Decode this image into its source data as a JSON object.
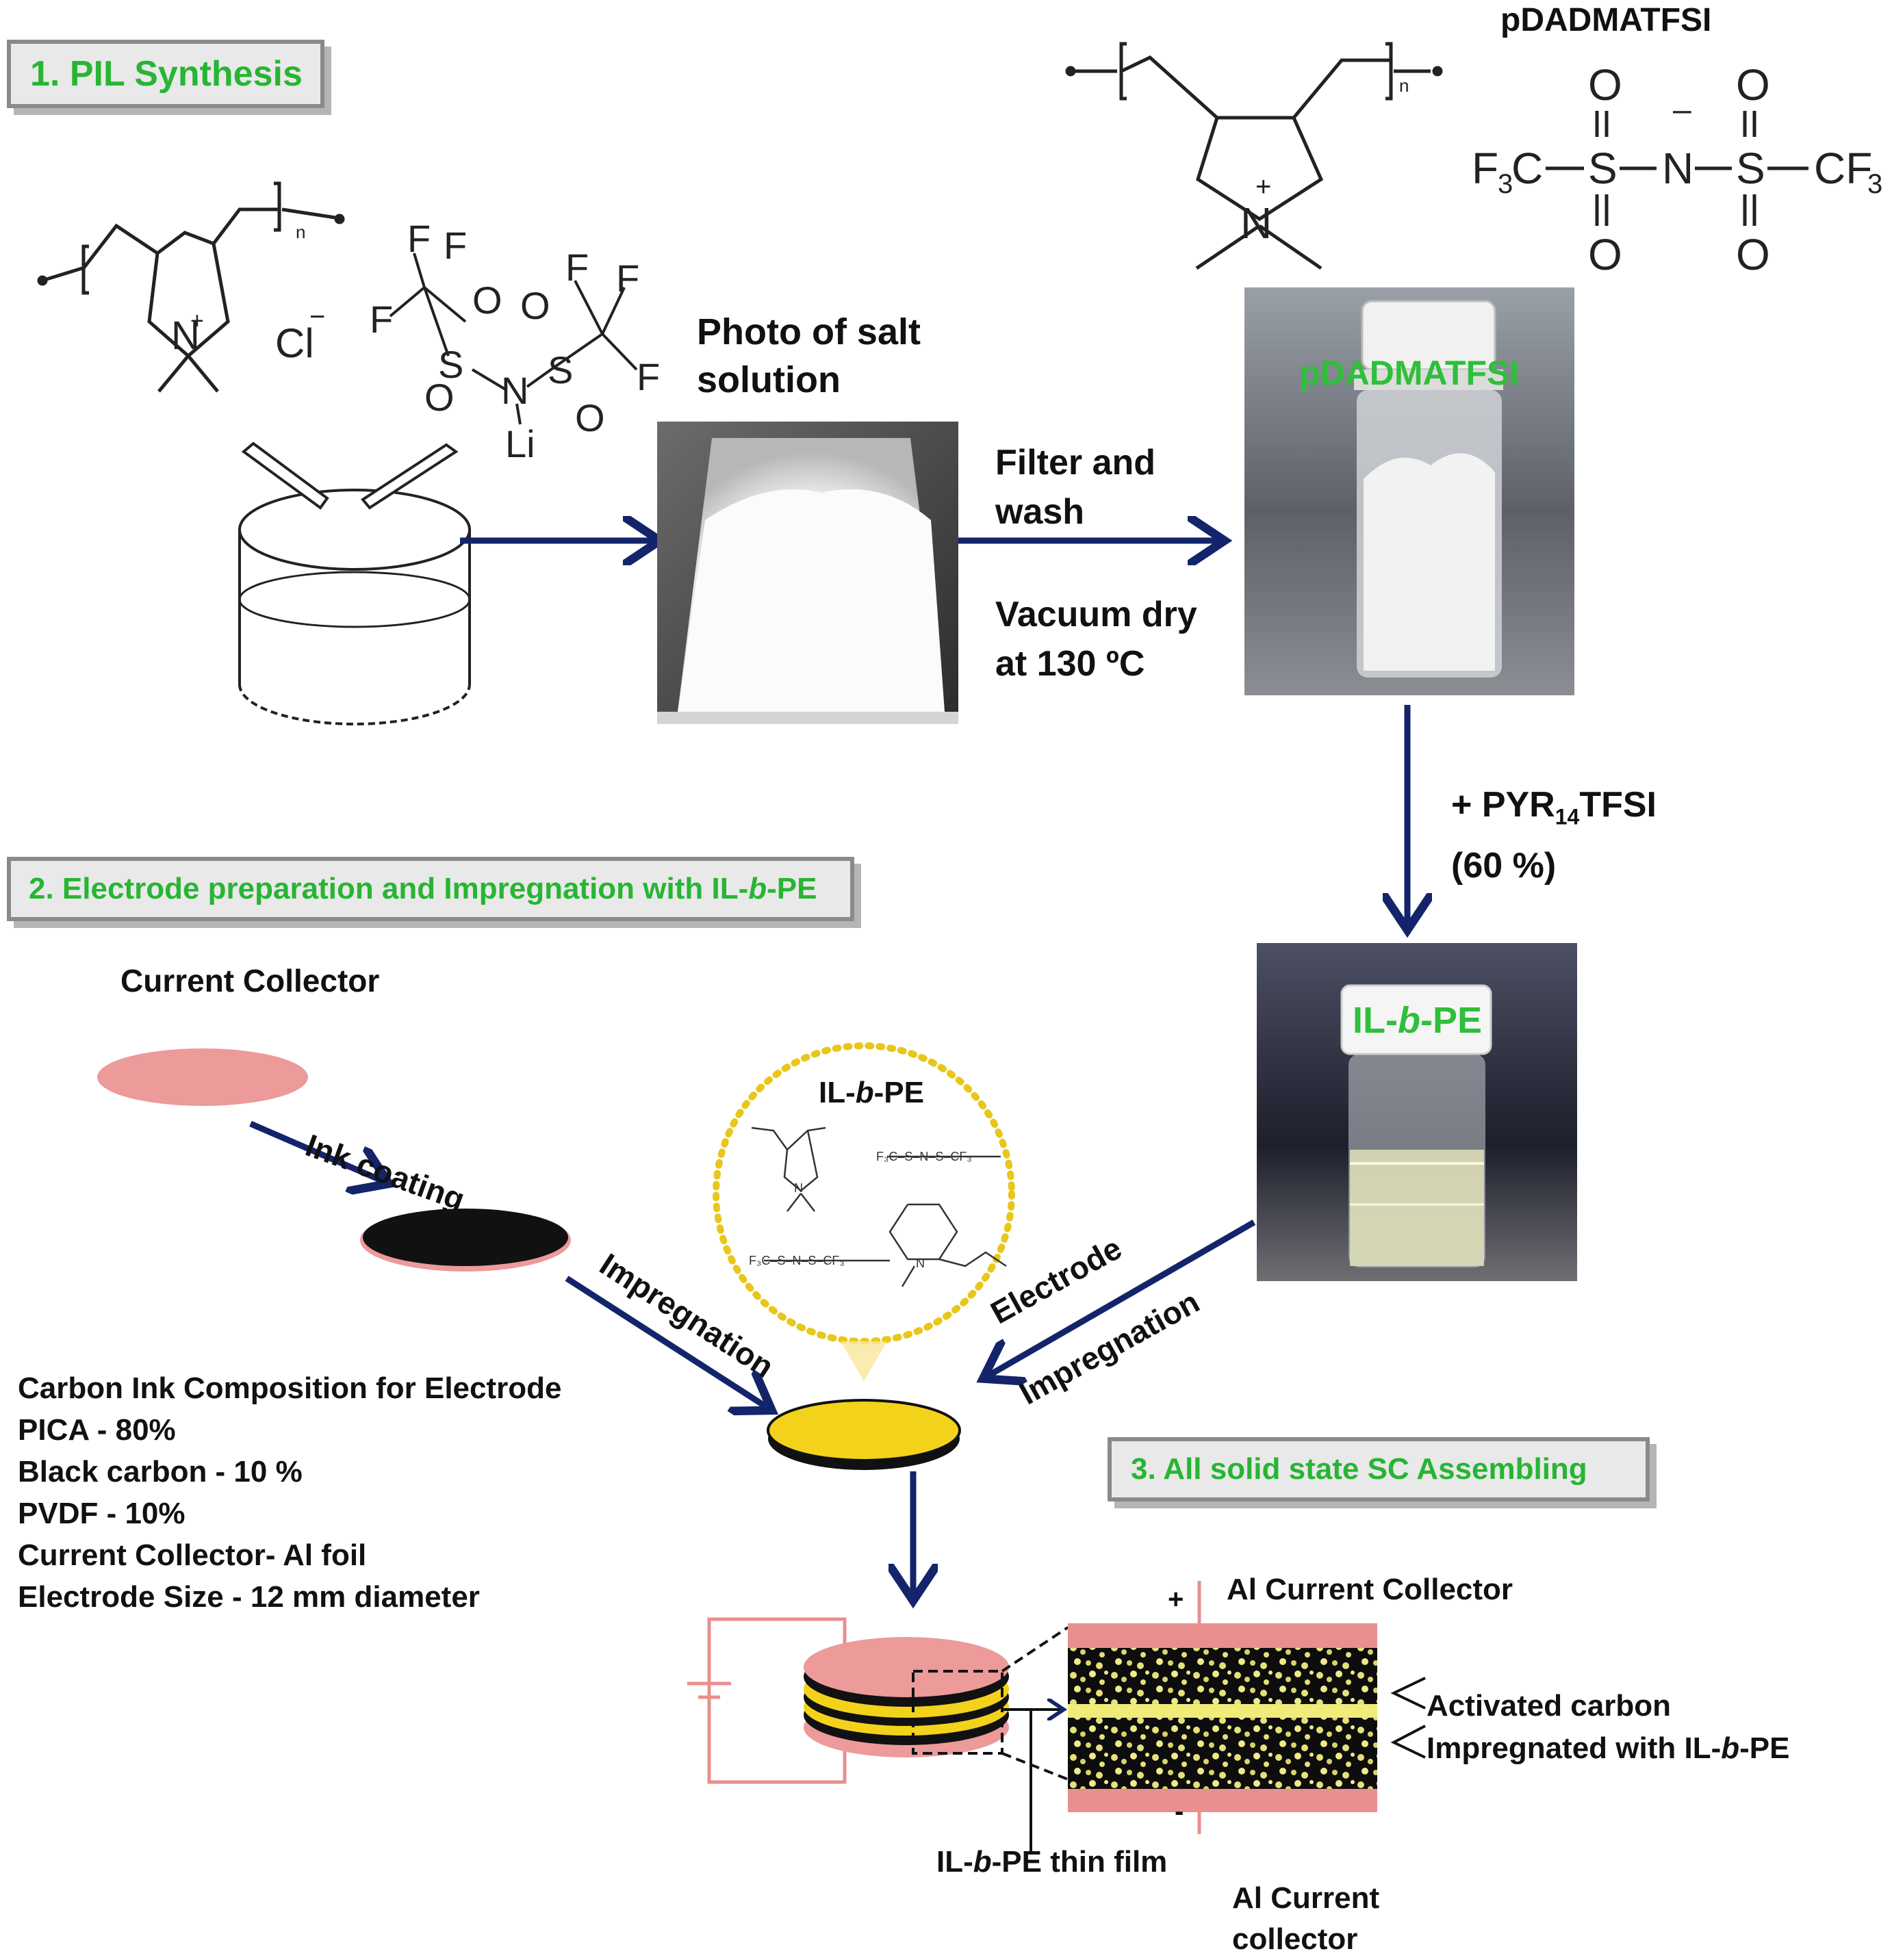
{
  "steps": {
    "step1": "1. PIL Synthesis",
    "step2_prefix": "2. Electrode  preparation and Impregnation with IL-",
    "step2_italic": "b",
    "step2_suffix": "-PE",
    "step3": "3. All solid state SC Assembling"
  },
  "top": {
    "polymer_title": "pDADMATFSI",
    "photo_salt_label_line1": "Photo of salt",
    "photo_salt_label_line2": "solution",
    "filter_line1": "Filter and",
    "filter_line2": "wash",
    "vacuum_line1": "Vacuum dry",
    "vacuum_line2": "at 130 ºC",
    "vial1_label": "pDADMATFSI",
    "pyr_plus": "+ PYR",
    "pyr_sub": "14",
    "pyr_rest": "TFSI",
    "pyr_percent": "(60 %)",
    "vial2_label_a": "IL-",
    "vial2_label_b": "b",
    "vial2_label_c": "-PE",
    "chloride": "Cl",
    "lithium": "Li"
  },
  "middle": {
    "current_collector": "Current Collector",
    "ink_coating": "Ink coating",
    "impregnation": "Impregnation",
    "electrode": "Electrode",
    "impregnation2": "Impregnation",
    "ilbpe_a": "IL-",
    "ilbpe_b": "b",
    "ilbpe_c": "-PE",
    "composition": [
      "Carbon Ink Composition for Electrode",
      "PICA - 80%",
      "Black carbon - 10 %",
      "PVDF - 10%",
      "Current Collector- Al foil",
      "Electrode Size - 12 mm diameter"
    ]
  },
  "bottom": {
    "al_top": "Al Current Collector",
    "plus": "+",
    "minus": "-",
    "activated_line1": "Activated carbon",
    "activated_line2_a": "Impregnated with IL-",
    "activated_line2_b": "b",
    "activated_line2_c": "-PE",
    "thin_film_a": "IL-",
    "thin_film_b": "b",
    "thin_film_c": "-PE thin film",
    "al_bottom_line1": "Al Current",
    "al_bottom_line2": "collector"
  },
  "colors": {
    "arrow": "#14246b",
    "step_text": "#27b533",
    "collector_pink": "#e88f8f",
    "electrode_black": "#111111",
    "electrolyte_yellow": "#f3d21b"
  }
}
